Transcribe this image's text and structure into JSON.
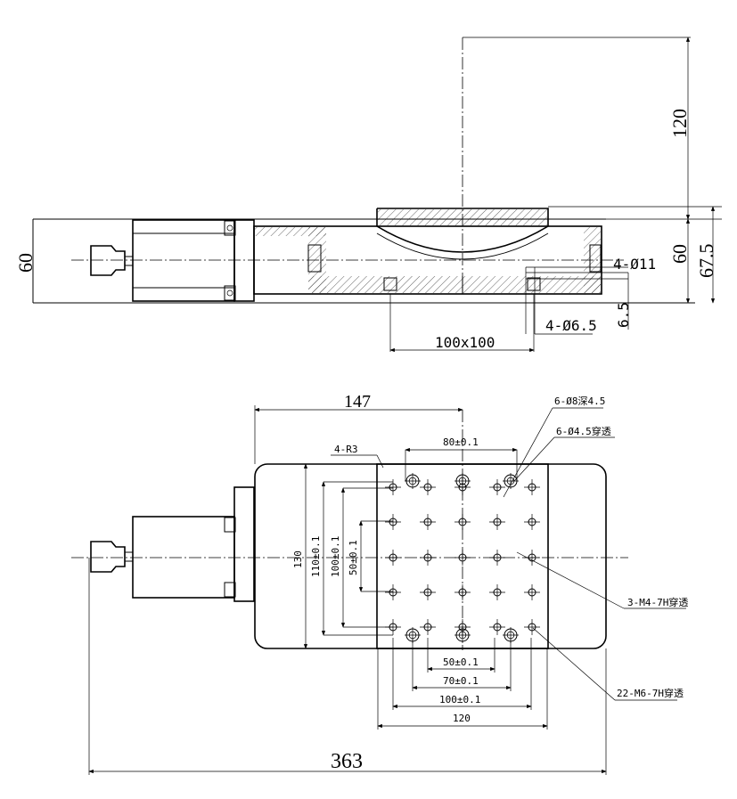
{
  "side_view": {
    "dim_travel_height": "120",
    "dim_height_left": "60",
    "dim_height_right": "60",
    "dim_total_height": "67.5",
    "dim_counterbore": "4-Ø11",
    "dim_mount_hole": "4-Ø6.5",
    "dim_base_thickness": "6.5",
    "dim_mount_spacing": "100x100"
  },
  "top_view": {
    "dim_motor_offset": "147",
    "dim_overall_length": "363",
    "dim_corner_radius": "4-R3",
    "dim_counterbore_holes": "6-Ø8深4.5",
    "dim_through_holes": "6-Ø4.5穿透",
    "dim_m4_threads": "3-M4-7H穿透",
    "dim_m6_threads": "22-M6-7H穿透",
    "dim_h80": "80±0.1",
    "dim_h50": "50±0.1",
    "dim_h70": "70±0.1",
    "dim_h100": "100±0.1",
    "dim_h120": "120",
    "dim_v130": "130",
    "dim_v110": "110±0.1",
    "dim_v100": "100±0.1",
    "dim_v50": "50±0.1"
  }
}
